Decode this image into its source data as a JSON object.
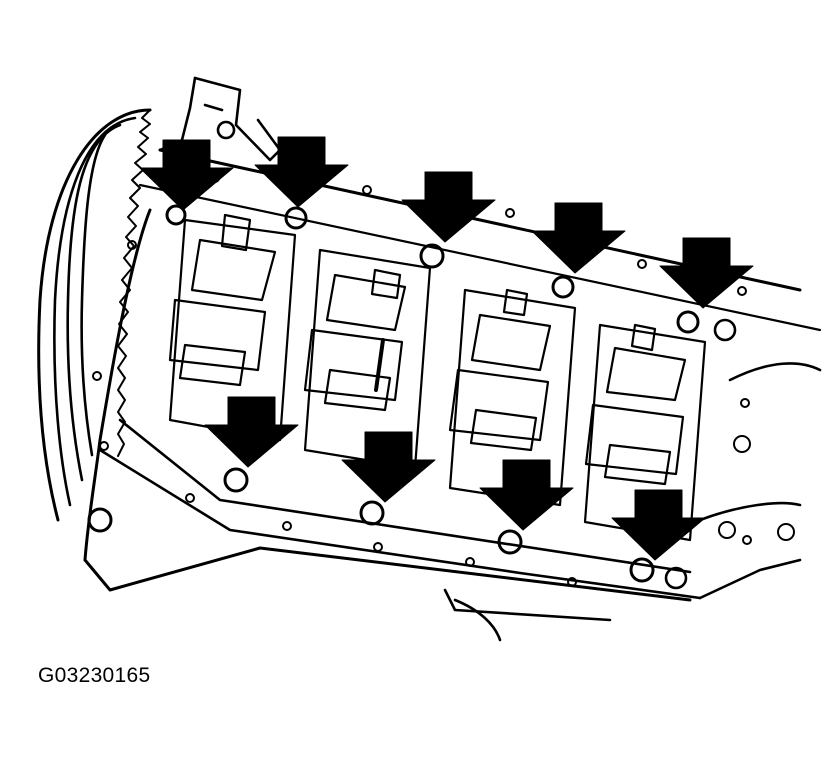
{
  "figure": {
    "code": "G03230165"
  },
  "colors": {
    "ink": "#000000",
    "paper": "#ffffff"
  },
  "arrows": {
    "upper_row": [
      "bolt-arrow-1",
      "bolt-arrow-2",
      "bolt-arrow-3",
      "bolt-arrow-4",
      "bolt-arrow-5"
    ],
    "lower_row": [
      "bolt-arrow-6",
      "bolt-arrow-7",
      "bolt-arrow-8",
      "bolt-arrow-9"
    ]
  }
}
